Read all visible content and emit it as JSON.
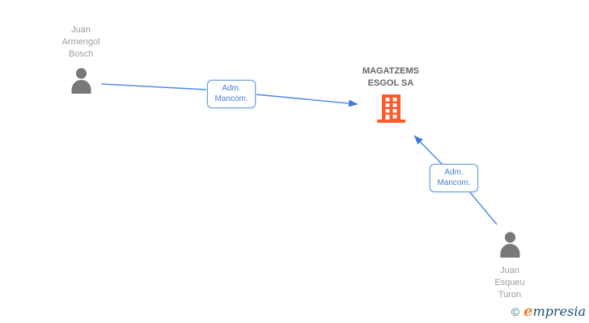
{
  "company": {
    "name": [
      "MAGATZEMS",
      "ESGOL SA"
    ],
    "icon": "building-icon",
    "color": "#ff5a2b"
  },
  "persons": [
    {
      "id": "person-1",
      "name": [
        "Juan",
        "Armengol",
        "Bosch"
      ]
    },
    {
      "id": "person-2",
      "name": [
        "Juan",
        "Esqueu",
        "Turon"
      ]
    }
  ],
  "relations": [
    {
      "from": "person-1",
      "to": "company",
      "label": [
        "Adm.",
        "Mancom."
      ]
    },
    {
      "from": "person-2",
      "to": "company",
      "label": [
        "Adm.",
        "Mancom."
      ]
    }
  ],
  "colors": {
    "connector_line": "#4a86e8",
    "arrowhead": "#3b78de",
    "label_border": "#6fa3d9",
    "label_text": "#4a7fd4",
    "person_icon": "#787878",
    "person_name_text": "#9c9c9c",
    "company_name_text": "#666666",
    "building_icon": "#ff5a2b"
  },
  "footer": {
    "copyright_symbol": "©",
    "brand_initial": "e",
    "brand_rest": "mpresia"
  }
}
